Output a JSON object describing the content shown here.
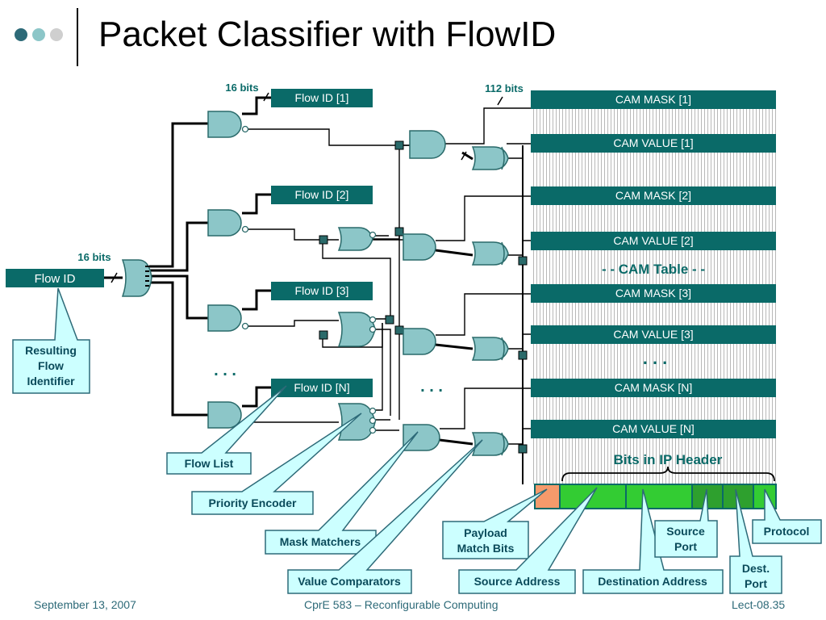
{
  "title": "Packet Classifier with FlowID",
  "footer": {
    "date": "September 13, 2007",
    "course": "CprE 583 – Reconfigurable Computing",
    "lecture": "Lect-08.35"
  },
  "colors": {
    "teal": "#0a6a68",
    "gate": "#8cc6c8",
    "callout_fill": "#ccffff",
    "field_green": "#33cc33",
    "field_orange": "#f59a6b"
  },
  "labels": {
    "bits16_top": "16 bits",
    "bits112": "112 bits",
    "bits16_left": "16 bits",
    "flow_id": "Flow ID",
    "flow_id_1": "Flow ID [1]",
    "flow_id_2": "Flow ID [2]",
    "flow_id_3": "Flow ID [3]",
    "flow_id_n": "Flow ID [N]",
    "dots_left": ". . .",
    "dots_mid": ". . .",
    "dots_right": ". . .",
    "cam_mask_1": "CAM MASK [1]",
    "cam_value_1": "CAM VALUE [1]",
    "cam_mask_2": "CAM MASK [2]",
    "cam_value_2": "CAM VALUE [2]",
    "cam_table": "- - CAM Table - -",
    "cam_mask_3": "CAM MASK [3]",
    "cam_value_3": "CAM VALUE [3]",
    "cam_mask_n": "CAM MASK [N]",
    "cam_value_n": "CAM VALUE [N]",
    "bits_in_ip_header": "Bits in IP Header"
  },
  "callouts": {
    "resulting_flow_identifier": [
      "Resulting",
      "Flow",
      "Identifier"
    ],
    "flow_list": "Flow List",
    "priority_encoder": "Priority Encoder",
    "mask_matchers": "Mask Matchers",
    "value_comparators": "Value Comparators",
    "payload_match_bits": [
      "Payload",
      "Match Bits"
    ],
    "source_address": "Source Address",
    "destination_address": "Destination Address",
    "source_port": [
      "Source",
      "Port"
    ],
    "dest_port": [
      "Dest.",
      "Port"
    ],
    "protocol": "Protocol"
  }
}
